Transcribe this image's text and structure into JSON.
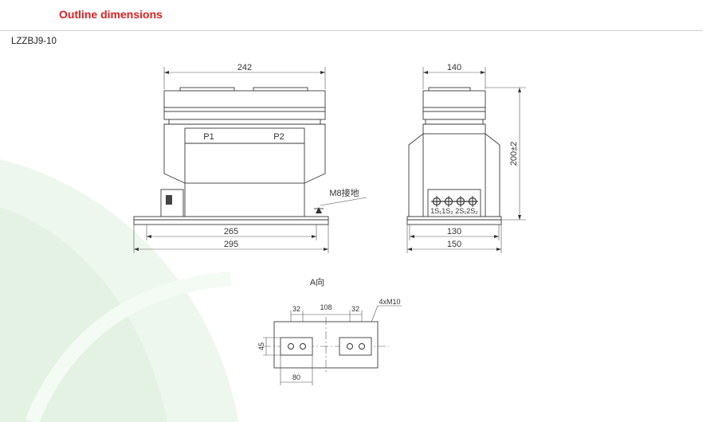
{
  "header": {
    "title": "Outline dimensions"
  },
  "model": {
    "label": "LZZBJ9-10"
  },
  "front_view": {
    "dim_top": "242",
    "label_p1": "P1",
    "label_p2": "P2",
    "ground_label": "M8接地",
    "dim_bottom_inner": "265",
    "dim_bottom_outer": "295"
  },
  "side_view": {
    "dim_top": "140",
    "dim_height": "200±2",
    "terminals": "1S₁1S₂ 2S₁2S₂",
    "dim_bottom_inner": "130",
    "dim_bottom_outer": "150"
  },
  "bottom_view": {
    "title": "A向",
    "dim_a": "32",
    "dim_b": "108",
    "dim_c": "32",
    "bolt_label": "4xM10",
    "dim_height": "45",
    "dim_width": "80"
  },
  "colors": {
    "accent": "#e02020",
    "line": "#3a3a3a",
    "watermark": "#e6f3e6"
  }
}
